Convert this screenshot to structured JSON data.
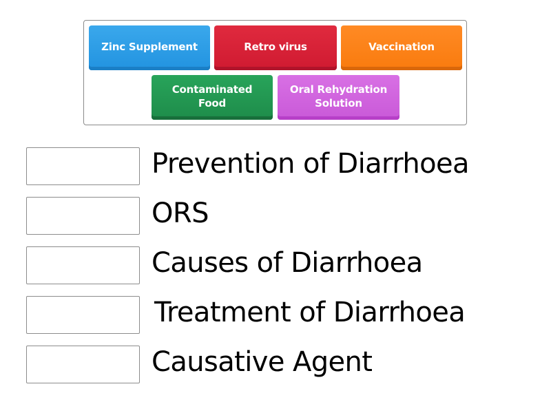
{
  "tray": {
    "tiles": [
      {
        "label": "Zinc Supplement",
        "color": "#2b9be6"
      },
      {
        "label": "Retro virus",
        "color": "#d6203a"
      },
      {
        "label": "Vaccination",
        "color": "#fb8218"
      },
      {
        "label": "Contaminated Food",
        "line1": "Contaminated",
        "line2": "Food",
        "color": "#229a52"
      },
      {
        "label": "Oral Rehydration Solution",
        "line1": "Oral Rehydration",
        "line2": "Solution",
        "color": "#d065df"
      }
    ]
  },
  "targets": [
    {
      "label": "Prevention of Diarrhoea",
      "value": ""
    },
    {
      "label": "ORS",
      "value": ""
    },
    {
      "label": "Causes of Diarrhoea",
      "value": ""
    },
    {
      "label": "Treatment of Diarrhoea",
      "value": ""
    },
    {
      "label": "Causative Agent",
      "value": ""
    }
  ]
}
